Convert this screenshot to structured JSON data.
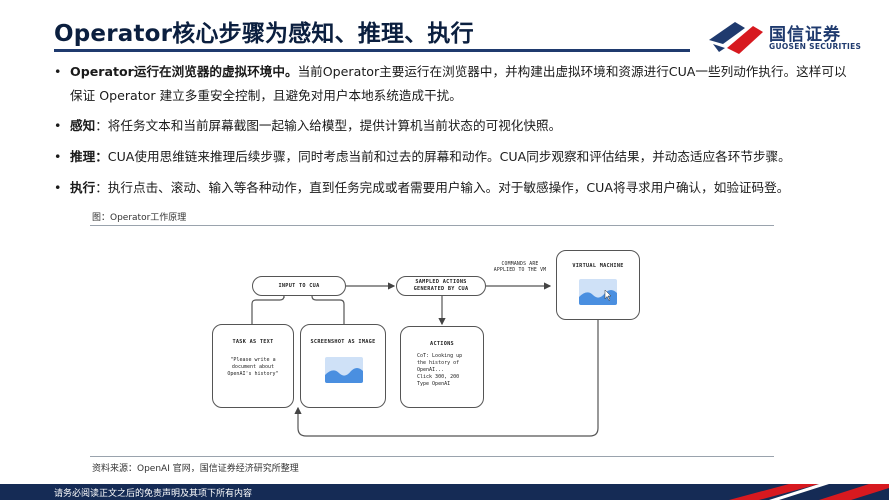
{
  "page": {
    "title": "Operator核心步骤为感知、推理、执行"
  },
  "logo": {
    "name_cn": "国信证券",
    "name_en": "GUOSEN SECURITIES",
    "colors": {
      "red": "#d7191f",
      "blue": "#1f3a6e"
    }
  },
  "bullets": [
    {
      "lead": "Operator运行在浏览器的虚拟环境中。",
      "text": "当前Operator主要运行在浏览器中，并构建出虚拟环境和资源进行CUA一些列动作执行。这样可以保证 Operator 建立多重安全控制，且避免对用户本地系统造成干扰。"
    },
    {
      "lead": "感知",
      "text": "：将任务文本和当前屏幕截图一起输入给模型，提供计算机当前状态的可视化快照。"
    },
    {
      "lead": "推理：",
      "text": "CUA使用思维链来推理后续步骤，同时考虑当前和过去的屏幕和动作。CUA同步观察和评估结果，并动态适应各环节步骤。"
    },
    {
      "lead": "执行",
      "text": "：执行点击、滚动、输入等各种动作，直到任务完成或者需要用户输入。对于敏感操作，CUA将寻求用户确认，如验证码登。"
    }
  ],
  "figure": {
    "caption": "图：Operator工作原理",
    "source": "资料来源：OpenAI 官网，国信证券经济研究所整理",
    "diagram": {
      "input_to_cua": "INPUT TO CUA",
      "sampled_actions": [
        "SAMPLED ACTIONS",
        "GENERATED BY CUA"
      ],
      "commands_label": [
        "COMMANDS ARE",
        "APPLIED TO THE VM"
      ],
      "virtual_machine": "VIRTUAL MACHINE",
      "task_as_text": {
        "title": "TASK AS TEXT",
        "body": "\"Please write a\ndocument about\nOpenAI's history\""
      },
      "screenshot_as_image": {
        "title": "SCREENSHOT AS IMAGE"
      },
      "actions": {
        "title": "ACTIONS",
        "body": "CoT: Looking up\nthe history of\nOpenAI...\nClick 300, 200\nType OpenAI"
      },
      "image_icon": "image-icon",
      "image_color": "#cfe1f7",
      "image_accent": "#4a8fe0"
    }
  },
  "footer": {
    "disclaimer": "请务必阅读正文之后的免责声明及其项下所有内容",
    "color": "#152b55"
  }
}
